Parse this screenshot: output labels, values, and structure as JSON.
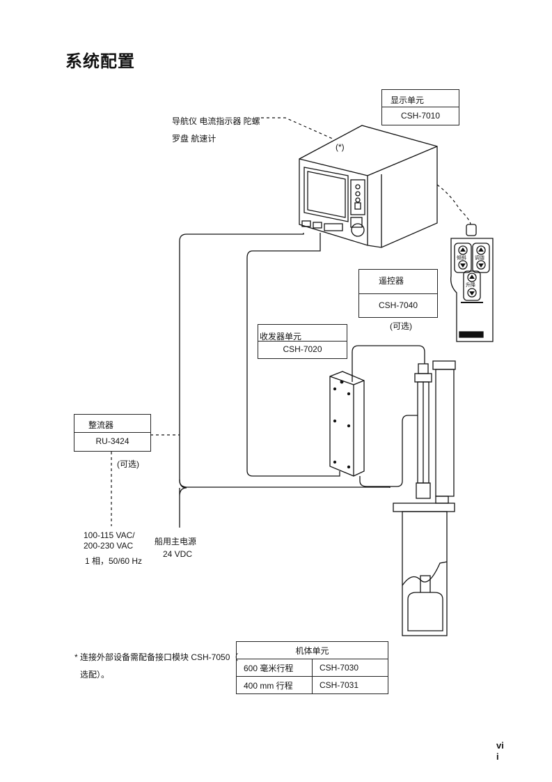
{
  "title": "系统配置",
  "display_unit": {
    "name": "显示单元",
    "model": "CSH-7010"
  },
  "nav_devices": {
    "line1": "导航仪 电流指示器 陀螺",
    "line2": "罗盘 航速计",
    "note_mark": "(*)"
  },
  "remote": {
    "name": "遥控器",
    "model": "CSH-7040",
    "option": "(可选)"
  },
  "transceiver": {
    "name": "收发器单元",
    "model": "CSH-7020"
  },
  "rectifier": {
    "name": "整流器",
    "model": "RU-3424",
    "option": "(可选)"
  },
  "ac_power": {
    "line1": "100-115 VAC/",
    "line2": "200-230 VAC",
    "line3": "1 相，50/60 Hz"
  },
  "ship_power": {
    "line1": "船用主电源",
    "line2": "24 VDC"
  },
  "footnote": {
    "line1": "* 连接外部设备需配备接口模块 CSH-7050（",
    "line2": "选配）。"
  },
  "hull_unit": {
    "header": "机体单元",
    "rows": [
      {
        "stroke": "600 毫米行程",
        "model": "CSH-7030"
      },
      {
        "stroke": "400 mm 行程",
        "model": "CSH-7031"
      }
    ]
  },
  "remote_buttons": {
    "left": "倾斜",
    "right": "调谐",
    "lower": "升降"
  },
  "page_number": "vi i"
}
